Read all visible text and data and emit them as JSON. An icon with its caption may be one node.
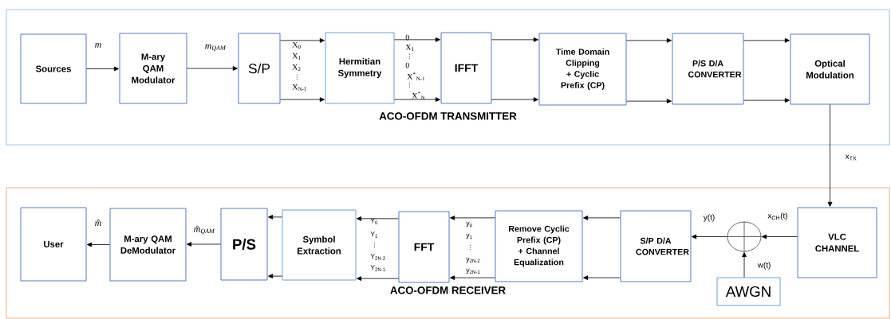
{
  "diagram": {
    "nodes": [
      {
        "text": [
          "ACO-OFDM TRANSMITTER"
        ]
      },
      {
        "text": [
          "Sources"
        ],
        "in": 0
      },
      {
        "text": [
          "M-ary QAM Modulator"
        ],
        "in": 0
      },
      {
        "text": [
          "S/P"
        ],
        "in": 0
      },
      {
        "text": [
          "Hermitian Symmetry"
        ],
        "in": 0
      },
      {
        "text": [
          "IFFT"
        ],
        "in": 0
      },
      {
        "text": [
          "Time Domain Clipping + Cyclic Prefix (CP)"
        ],
        "in": 0
      },
      {
        "text": [
          "P/S D/A CONVERTER"
        ],
        "in": 0
      },
      {
        "text": [
          "Optical Modulation"
        ],
        "in": 0
      },
      {
        "text": [
          "ACO-OFDM RECEIVER"
        ]
      },
      {
        "text": [
          "VLC CHANNEL"
        ],
        "in": 9
      },
      {
        "text": [],
        "shape": "circle",
        "in": 9
      },
      {
        "text": [
          "AWGN"
        ],
        "in": 9
      },
      {
        "text": [
          "S/P D/A CONVERTER"
        ],
        "in": 9
      },
      {
        "text": [
          "Remove Cyclic Prefix (CP) + Channel Equalization"
        ],
        "in": 9
      },
      {
        "text": [
          "FFT"
        ],
        "in": 9
      },
      {
        "text": [
          "Symbol Extraction"
        ],
        "in": 9
      },
      {
        "text": [
          "P/S"
        ],
        "in": 9
      },
      {
        "text": [
          "M-ary QAM DeModulator"
        ],
        "in": 9
      },
      {
        "text": [
          "User"
        ],
        "in": 9
      }
    ],
    "edges": [
      {
        "from": 1,
        "to": 2,
        "arrow": "to",
        "label": "m"
      },
      {
        "from": 2,
        "to": 3,
        "arrow": "to",
        "label": "m$_{QAM}$"
      },
      {
        "from": 3,
        "to": 4,
        "arrow": "to"
      },
      {
        "from": 3,
        "to": 4,
        "arrow": "to"
      },
      {
        "from": 4,
        "to": 5,
        "arrow": "to"
      },
      {
        "from": 4,
        "to": 5,
        "arrow": "to"
      },
      {
        "from": 5,
        "to": 6,
        "arrow": "to"
      },
      {
        "from": 5,
        "to": 6,
        "arrow": "to"
      },
      {
        "from": 6,
        "to": 7,
        "arrow": "to"
      },
      {
        "from": 6,
        "to": 7,
        "arrow": "to"
      },
      {
        "from": 7,
        "to": 8,
        "arrow": "to"
      },
      {
        "from": 7,
        "to": 8,
        "arrow": "to"
      },
      {
        "from": 8,
        "to": 10,
        "arrow": "to",
        "label": "x$_{TX}$"
      },
      {
        "from": 10,
        "to": 11,
        "arrow": "to",
        "label": "x$_{CH}$(t)"
      },
      {
        "from": 12,
        "to": 11,
        "arrow": "to",
        "label": "w(t)"
      },
      {
        "from": 11,
        "to": 13,
        "arrow": "to",
        "label": "y(t)"
      },
      {
        "from": 13,
        "to": 14,
        "arrow": "to"
      },
      {
        "from": 13,
        "to": 14,
        "arrow": "to"
      },
      {
        "from": 14,
        "to": 15,
        "arrow": "to"
      },
      {
        "from": 14,
        "to": 15,
        "arrow": "to"
      },
      {
        "from": 15,
        "to": 16,
        "arrow": "to"
      },
      {
        "from": 15,
        "to": 16,
        "arrow": "to"
      },
      {
        "from": 16,
        "to": 17,
        "arrow": "to"
      },
      {
        "from": 16,
        "to": 17,
        "arrow": "to"
      },
      {
        "from": 17,
        "to": 18,
        "arrow": "to",
        "label": "m̂$_{QAM}$"
      },
      {
        "from": 18,
        "to": 19,
        "arrow": "to",
        "label": "m̂"
      }
    ],
    "labels": [
      "X$_{0}$",
      "X$_{1}$",
      "X$_{2}$",
      "⋮",
      "X$_{N-1}$",
      "0",
      "X$_{1}$",
      "⋮",
      "0",
      "X$^{*}$$_{N-1}$",
      "⋮",
      "X$^{*}$$_{N}$",
      "Y$_{0}$",
      "Y$_{1}$",
      "⋮",
      "Y$_{2N-2}$",
      "Y$_{2N-1}$",
      "y$_{0}$",
      "y$_{1}$",
      "⋮",
      "y$_{2N-2}$",
      "y$_{2N-1}$"
    ]
  }
}
